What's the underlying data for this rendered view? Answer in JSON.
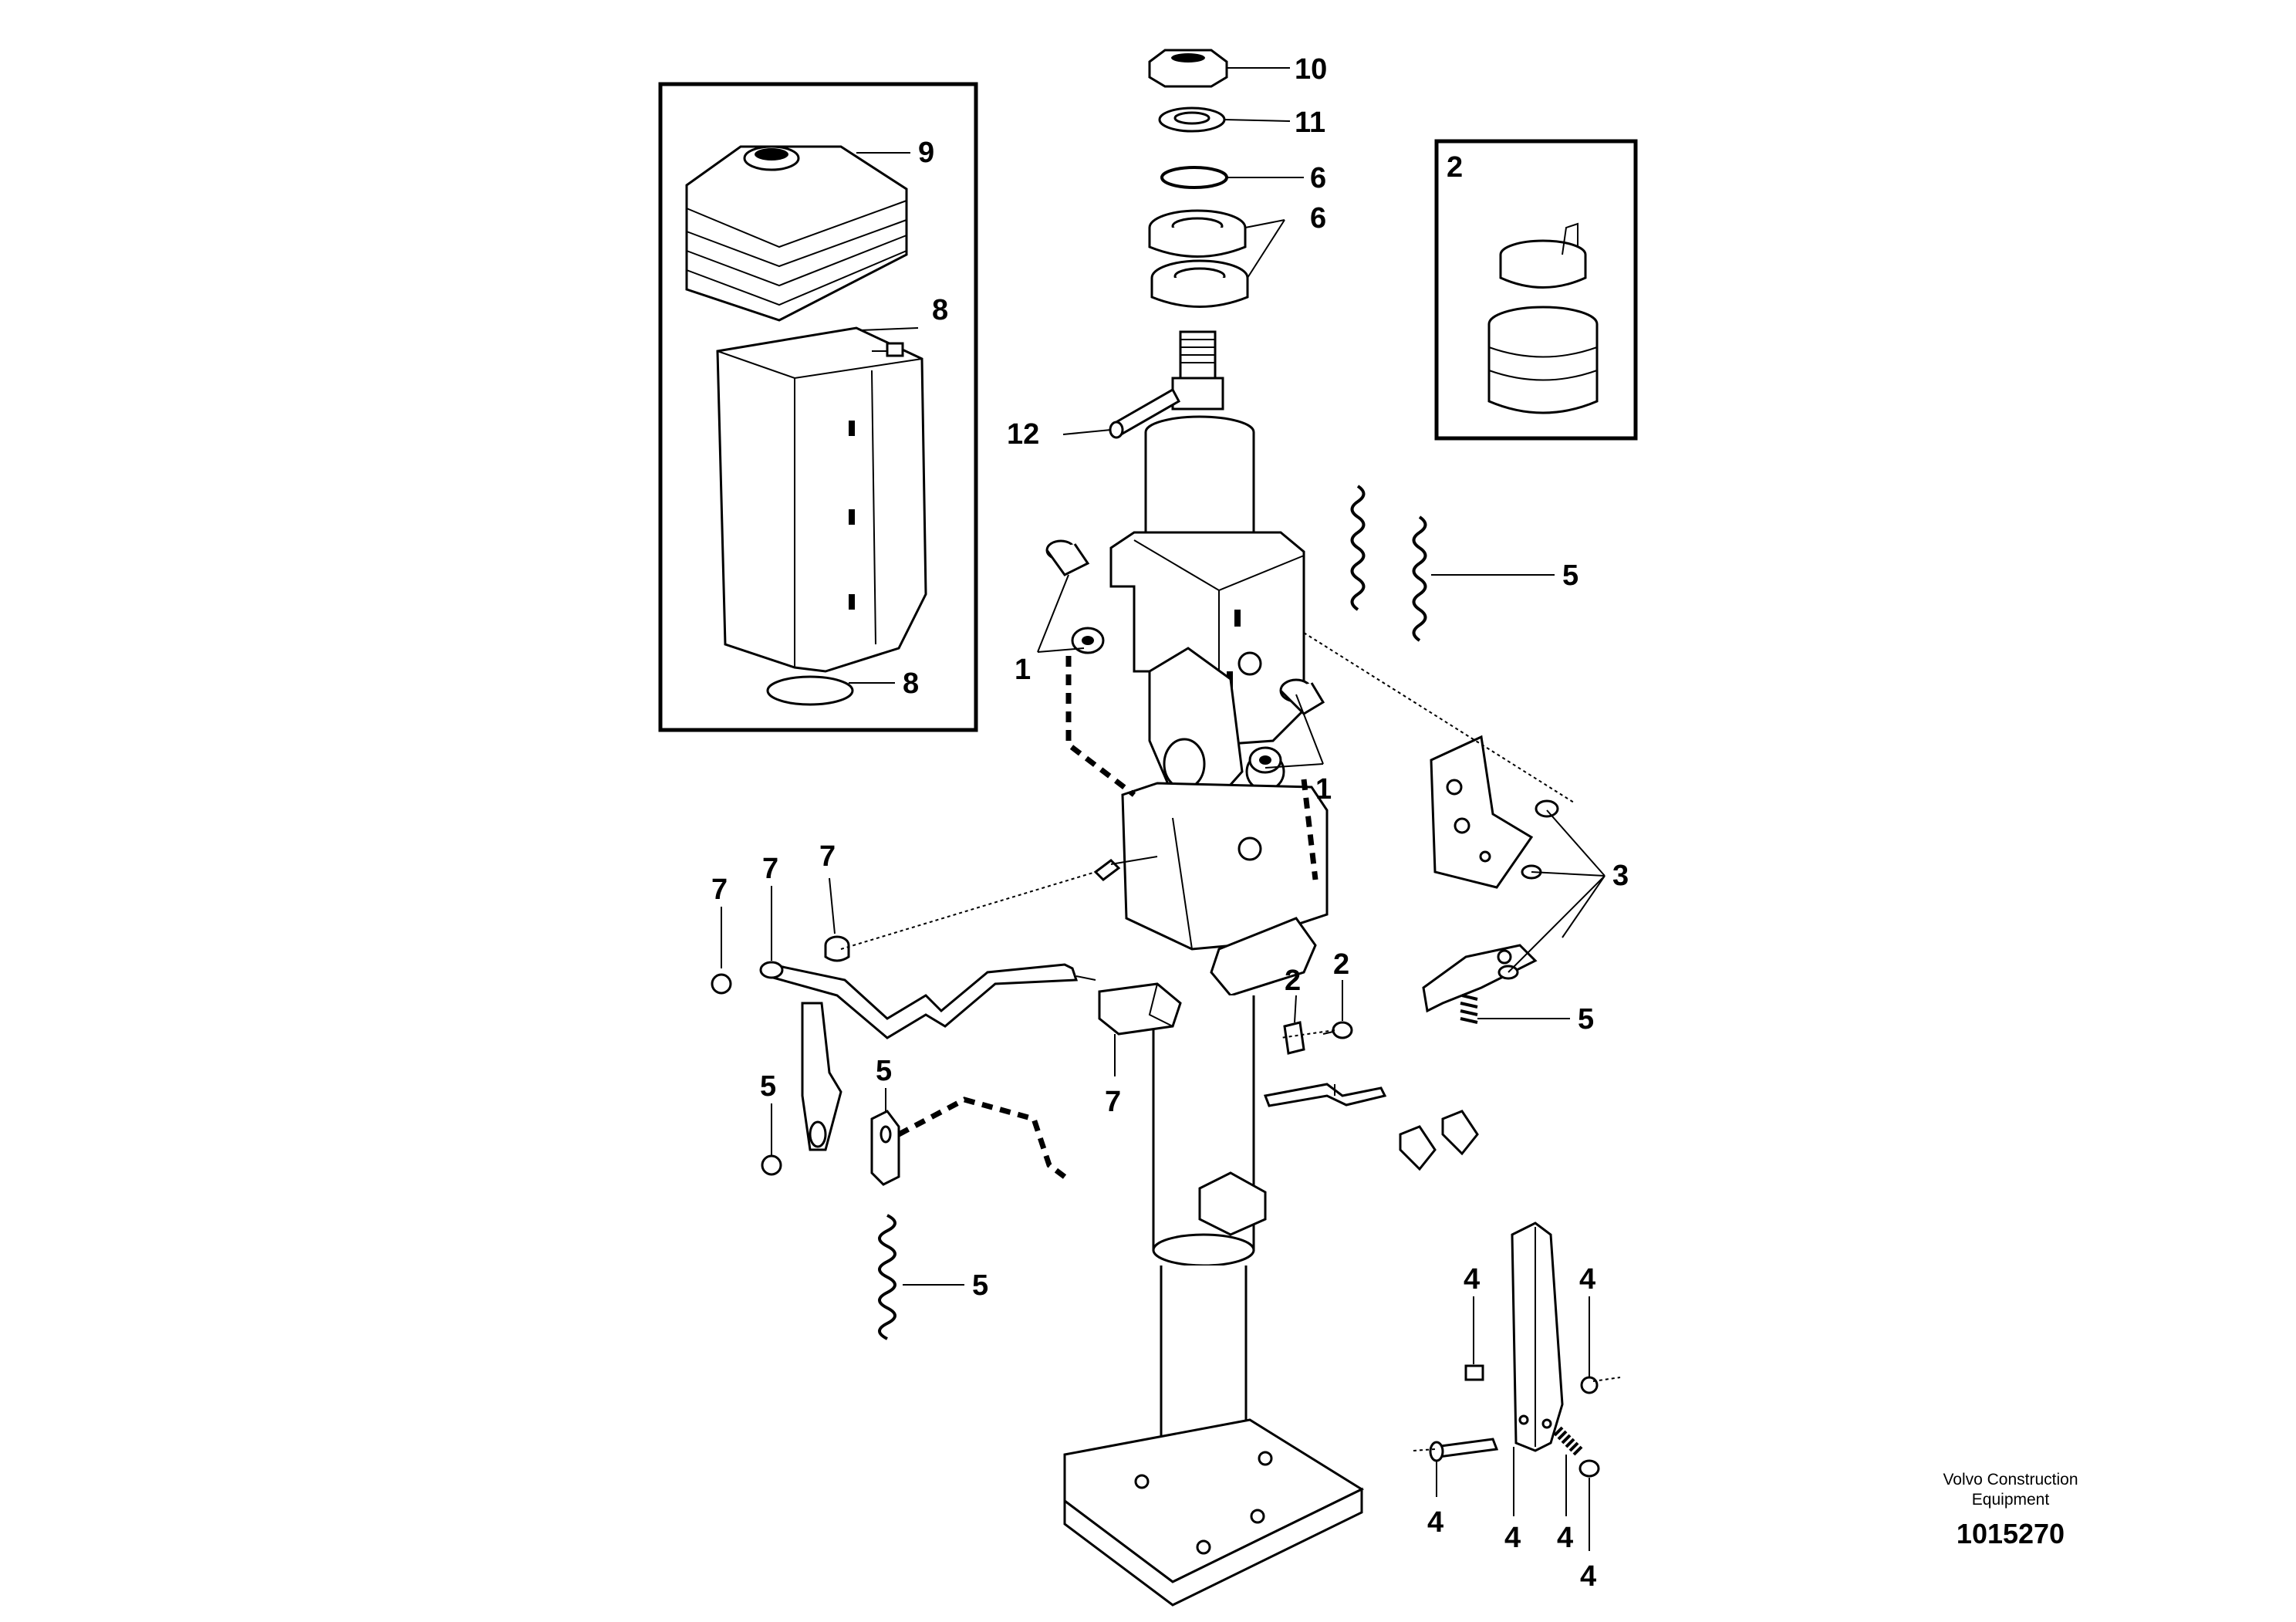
{
  "diagram": {
    "callouts": [
      "10",
      "11",
      "6",
      "6",
      "9",
      "8",
      "8",
      "2",
      "12",
      "5",
      "1",
      "1",
      "3",
      "7",
      "7",
      "7",
      "2",
      "2",
      "5",
      "5",
      "5",
      "7",
      "5",
      "4",
      "4",
      "4",
      "4",
      "4",
      "4"
    ]
  },
  "caption": {
    "manufacturer": "Volvo Construction Equipment",
    "part_number": "1015270"
  }
}
